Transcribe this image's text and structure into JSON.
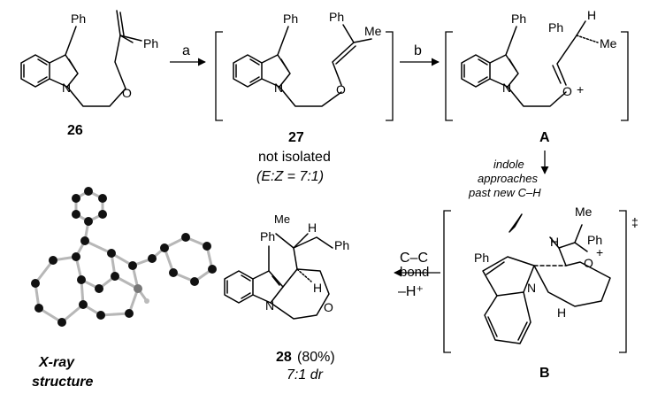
{
  "atoms": {
    "ph": "Ph",
    "me": "Me",
    "n": "N",
    "o": "O",
    "h": "H",
    "plus": "+",
    "dagger": "‡"
  },
  "compounds": {
    "c26": {
      "number": "26"
    },
    "c27": {
      "number": "27",
      "note": "not isolated",
      "ratio": "(E:Z = 7:1)"
    },
    "cA": {
      "label": "A"
    },
    "cB": {
      "label": "B"
    },
    "c28": {
      "number": "28",
      "yield": "(80%)",
      "dr": "7:1 dr"
    }
  },
  "arrows": {
    "a": "a",
    "b": "b",
    "cc_line1": "C–C",
    "cc_line2": "bond",
    "cc_line3": "–H⁺",
    "indole_note_1": "indole",
    "indole_note_2": "approaches",
    "indole_note_3": "past new C–H"
  },
  "xray": {
    "caption_1": "X-ray",
    "caption_2": "structure"
  }
}
